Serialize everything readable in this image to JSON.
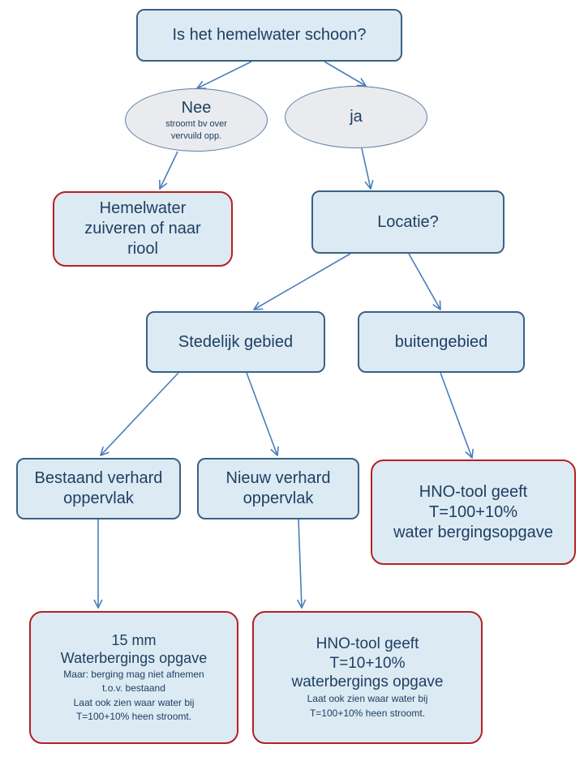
{
  "flowchart": {
    "question": "Is het hemelwater schoon?",
    "nee": {
      "label": "Nee",
      "note_line1": "stroomt bv over",
      "note_line2": "vervuild opp."
    },
    "ja": {
      "label": "ja"
    },
    "zuiveren": {
      "line1": "Hemelwater",
      "line2": "zuiveren of naar",
      "line3": "riool"
    },
    "locatie": "Locatie?",
    "stedelijk": "Stedelijk gebied",
    "buitengebied": "buitengebied",
    "bestaand": {
      "line1": "Bestaand verhard",
      "line2": "oppervlak"
    },
    "nieuw": {
      "line1": "Nieuw verhard",
      "line2": "oppervlak"
    },
    "hno_buiten": {
      "line1": "HNO-tool geeft",
      "line2": "T=100+10%",
      "line3": "water bergingsopgave"
    },
    "mm15": {
      "line1": "15 mm",
      "line2": "Waterbergings opgave",
      "note1": "Maar: berging mag niet afnemen",
      "note2": "t.o.v. bestaand",
      "note3": "Laat  ook zien waar water bij",
      "note4": "T=100+10% heen stroomt."
    },
    "hno_nieuw": {
      "line1": "HNO-tool geeft",
      "line2": "T=10+10%",
      "line3": "waterbergings opgave",
      "note1": "Laat  ook zien waar water bij",
      "note2": "T=100+10% heen stroomt."
    }
  },
  "colors": {
    "box_fill": "#DCEAF3",
    "box_border": "#3A6186",
    "outcome_border": "#B42025",
    "ellipse_fill": "#E9EBEE",
    "arrow": "#4A7EBB",
    "text": "#1F3F63"
  }
}
